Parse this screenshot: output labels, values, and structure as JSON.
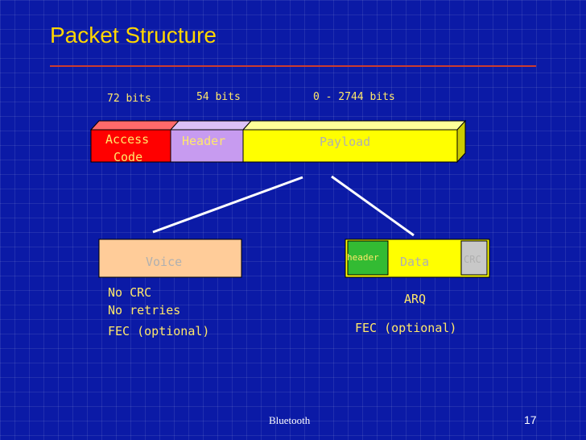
{
  "slide": {
    "title": "Packet Structure",
    "page_number": "17",
    "footer": "Bluetooth"
  },
  "packet": {
    "bits_access": "72 bits",
    "bits_header": "54 bits",
    "bits_payload": "0 - 2744 bits",
    "access_line1": "Access",
    "access_line2": "Code",
    "header": "Header",
    "payload": "Payload"
  },
  "voice": {
    "label": "Voice",
    "note1": "No CRC",
    "note2": "No retries",
    "note3": "FEC (optional)"
  },
  "data": {
    "header_label": "header",
    "label": "Data",
    "crc_label": "CRC",
    "note1": "ARQ",
    "note2": "FEC (optional)"
  },
  "colors": {
    "background": "#0b1aa6",
    "title": "#ffd600",
    "rule": "#cc3b2e",
    "text": "#ffe86a",
    "access_code": "#ff0000",
    "header": "#c79bf0",
    "payload": "#ffff00",
    "voice": "#ffcc99",
    "data_header": "#33bb33",
    "crc": "#c8c8c8"
  }
}
